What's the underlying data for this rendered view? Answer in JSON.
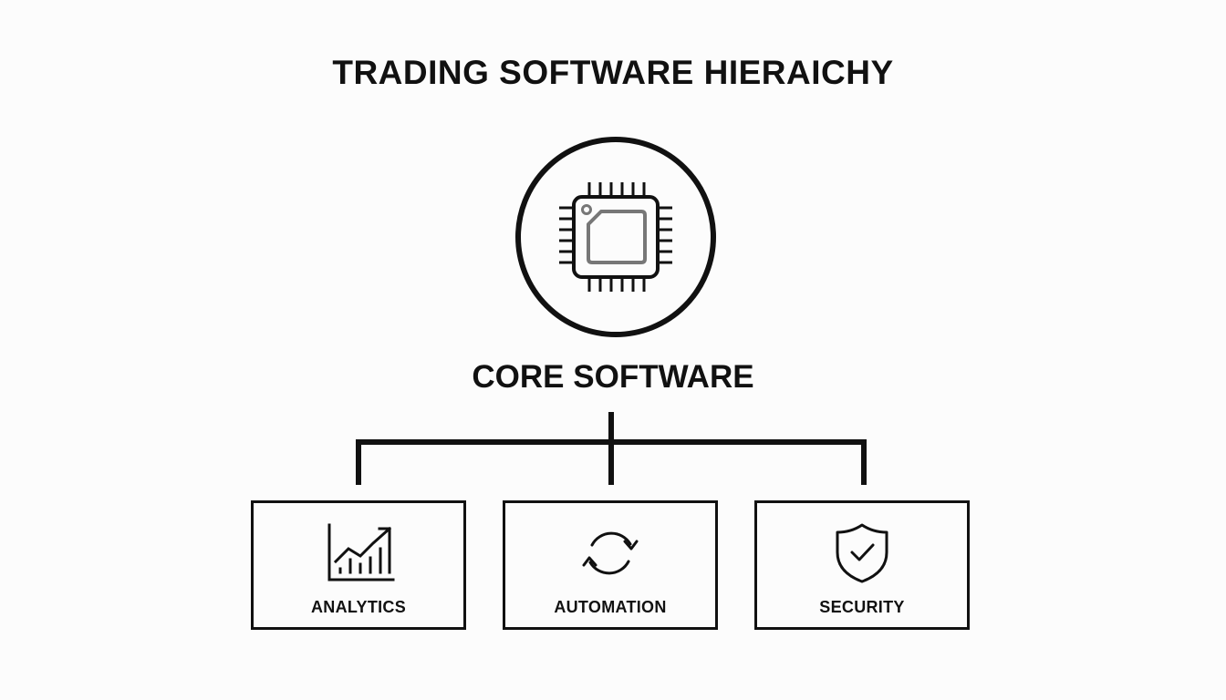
{
  "diagram": {
    "title": "TRADING SOFTWARE HIERAICHY",
    "root": {
      "label": "CORE SOFTWARE",
      "icon": "cpu-chip-icon"
    },
    "children": [
      {
        "label": "ANALYTICS",
        "icon": "line-chart-growth-icon"
      },
      {
        "label": "AUTOMATION",
        "icon": "sync-arrows-icon"
      },
      {
        "label": "SECURITY",
        "icon": "shield-check-icon"
      }
    ],
    "colors": {
      "background": "#fcfcfc",
      "stroke": "#111111",
      "chip_inner": "#777777"
    }
  }
}
